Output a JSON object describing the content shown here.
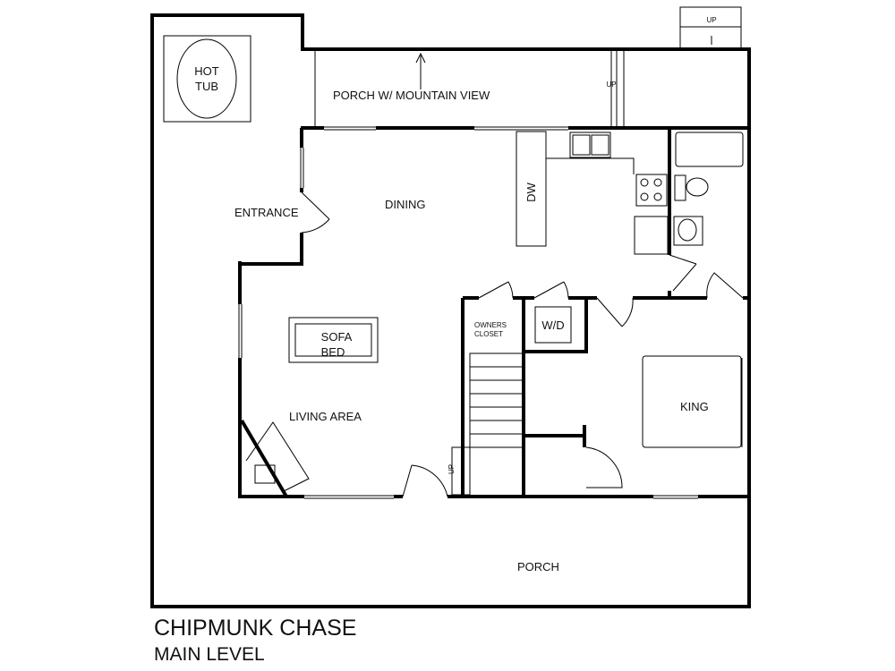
{
  "plan": {
    "title": "CHIPMUNK CHASE",
    "subtitle": "MAIN LEVEL",
    "rooms": {
      "hot_tub_line1": "HOT",
      "hot_tub_line2": "TUB",
      "porch_top": "PORCH W/ MOUNTAIN VIEW",
      "entrance": "ENTRANCE",
      "dining": "DINING",
      "dishwasher": "DW",
      "sofa_line1": "SOFA",
      "sofa_line2": "BED",
      "living": "LIVING AREA",
      "owners_line1": "OWNERS",
      "owners_line2": "CLOSET",
      "washer_dryer": "W/D",
      "king": "KING",
      "porch_bottom": "PORCH",
      "stairs_up_1": "UP",
      "stairs_up_2": "UP",
      "stairs_up_3": "UP"
    }
  }
}
